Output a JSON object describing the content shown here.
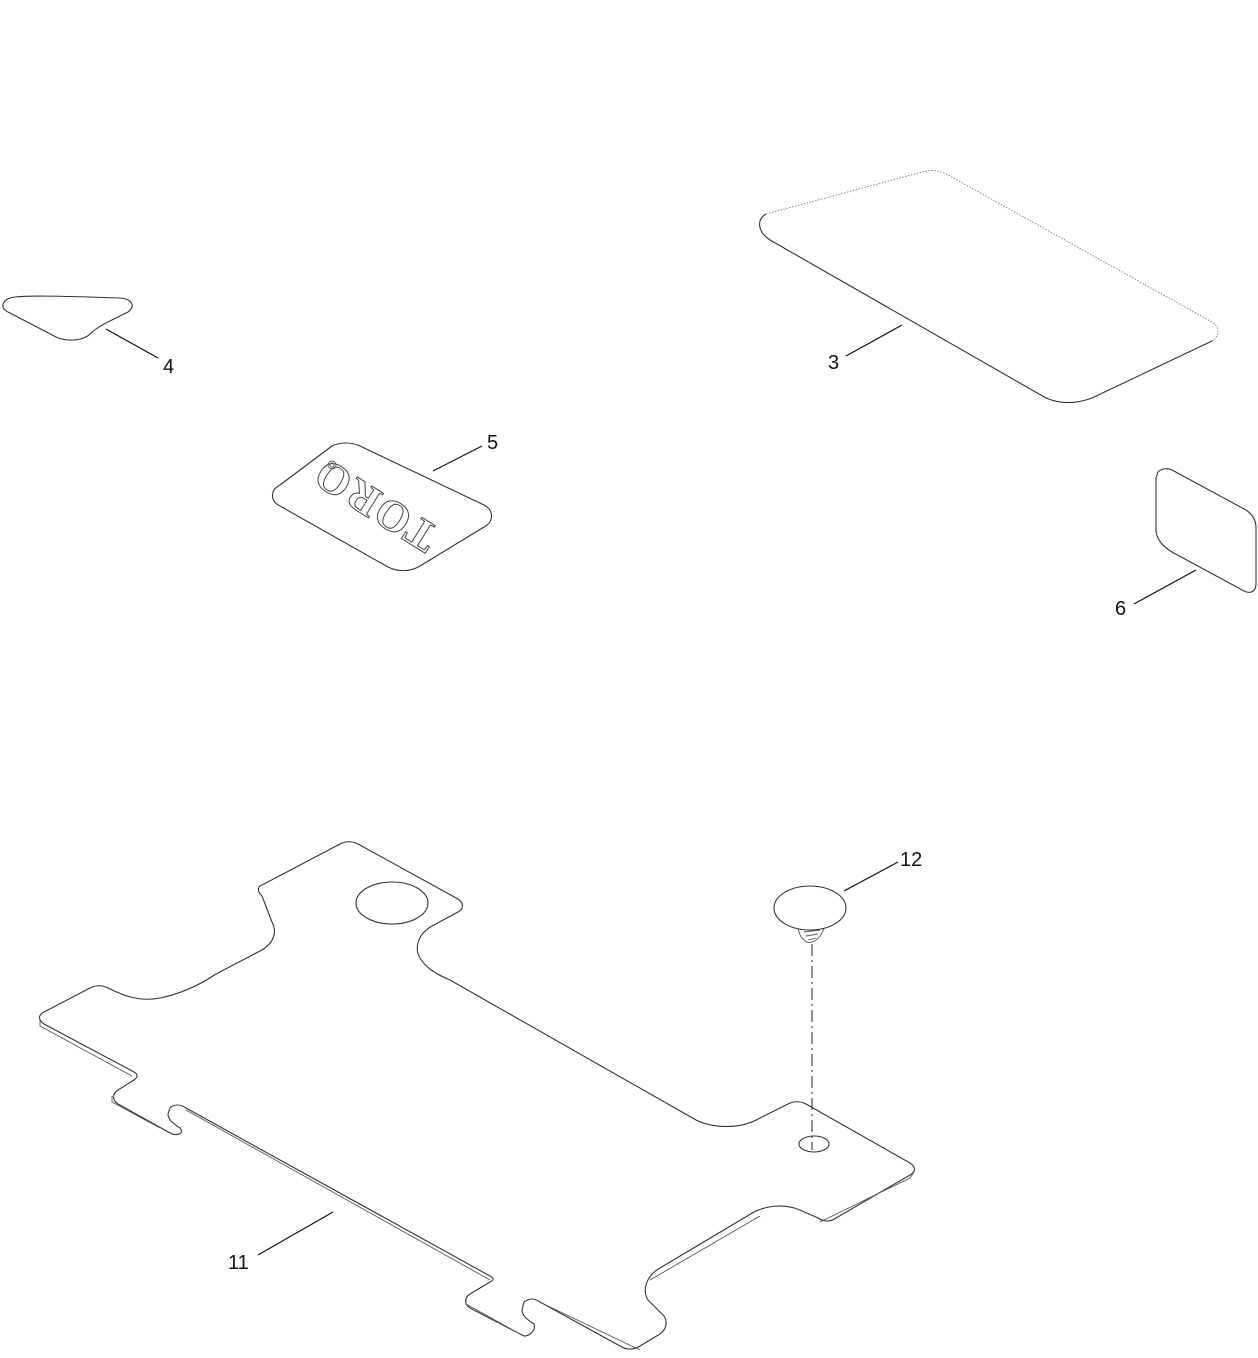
{
  "diagram": {
    "type": "exploded-parts-view",
    "background": "#ffffff",
    "line_color": "#333333",
    "callouts": [
      {
        "id": "3",
        "label": "3",
        "part": "rectangular-decal-large"
      },
      {
        "id": "4",
        "label": "4",
        "part": "triangular-decal"
      },
      {
        "id": "5",
        "label": "5",
        "part": "toro-logo-decal"
      },
      {
        "id": "6",
        "label": "6",
        "part": "small-rectangular-decal"
      },
      {
        "id": "11",
        "label": "11",
        "part": "floor-mat"
      },
      {
        "id": "12",
        "label": "12",
        "part": "push-rivet-fastener"
      }
    ],
    "logo_text": "TORO",
    "logo_registered_mark": "®"
  }
}
